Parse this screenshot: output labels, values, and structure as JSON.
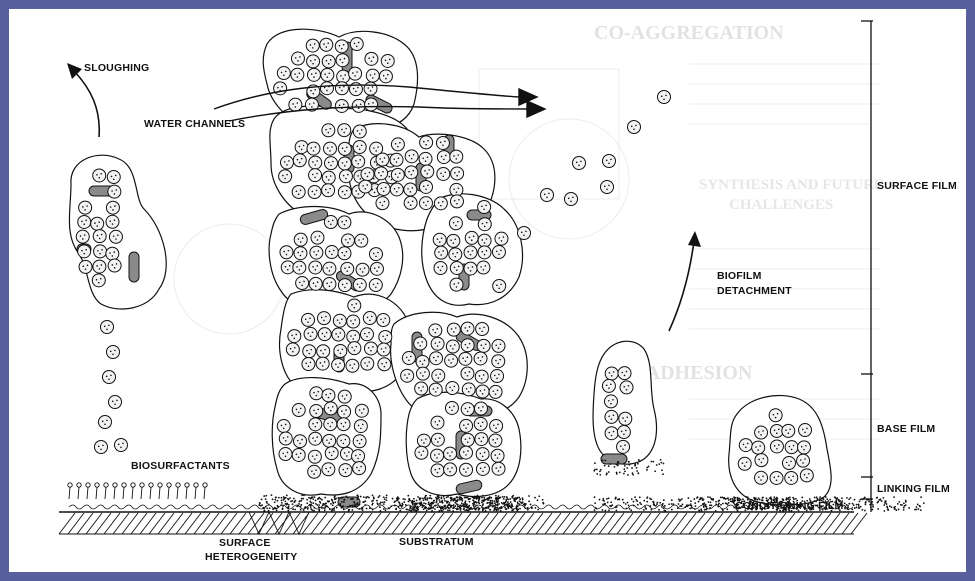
{
  "labels": {
    "sloughing": "SLOUGHING",
    "water_channels": "WATER CHANNELS",
    "biosurfactants": "BIOSURFACTANTS",
    "surface_heterogeneity_1": "SURFACE",
    "surface_heterogeneity_2": "HETEROGENEITY",
    "substratum": "SUBSTRATUM",
    "biofilm_detachment_1": "BIOFILM",
    "biofilm_detachment_2": "DETACHMENT",
    "surface_film": "SURFACE FILM",
    "base_film": "BASE FILM",
    "linking_film": "LINKING FILM",
    "conditioning_film": "CONDITIONING FILM"
  },
  "background_text": {
    "coaggregation": "CO-AGGREGATION",
    "coadhesion": "CO-ADHESION",
    "synthesis_1": "SYNTHESIS AND FUTURE",
    "synthesis_2": "CHALLENGES"
  },
  "colors": {
    "frame": "#5a5f9e",
    "ink": "#111111",
    "cell_fill": "#f3f3f3",
    "rod_fill": "#8a8a8a",
    "ghost_text": "#e2e2e2"
  }
}
